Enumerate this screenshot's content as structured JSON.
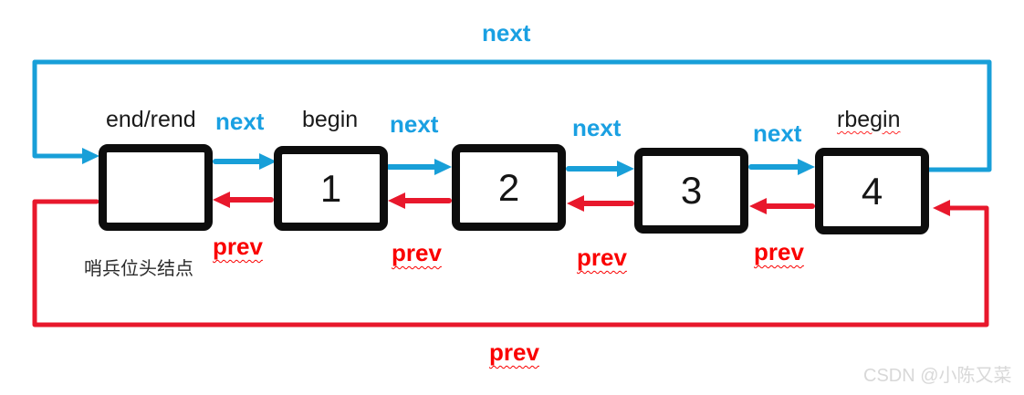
{
  "diagram_type": "doubly-circular-linked-list",
  "nodes": [
    {
      "name": "sentinel",
      "value": "",
      "label_above": "end/rend",
      "caption_below": "哨兵位头结点"
    },
    {
      "name": "node-1",
      "value": "1",
      "label_above": "begin"
    },
    {
      "name": "node-2",
      "value": "2"
    },
    {
      "name": "node-3",
      "value": "3"
    },
    {
      "name": "node-4",
      "value": "4",
      "label_above": "rbegin"
    }
  ],
  "pointer_labels": {
    "top_next": "next",
    "next_between_nodes": [
      "next",
      "next",
      "next",
      "next"
    ],
    "prev_between_nodes": [
      "prev",
      "prev",
      "prev",
      "prev"
    ],
    "bottom_prev": "prev"
  },
  "watermark": "CSDN @小陈又菜",
  "colors": {
    "next_arrow": "#189fd8",
    "next_label": "#1aa0e2",
    "prev_arrow": "#e8182c",
    "prev_label": "#fa0000",
    "node_border": "#0d0d0d",
    "watermark": "#d8d8d8"
  }
}
